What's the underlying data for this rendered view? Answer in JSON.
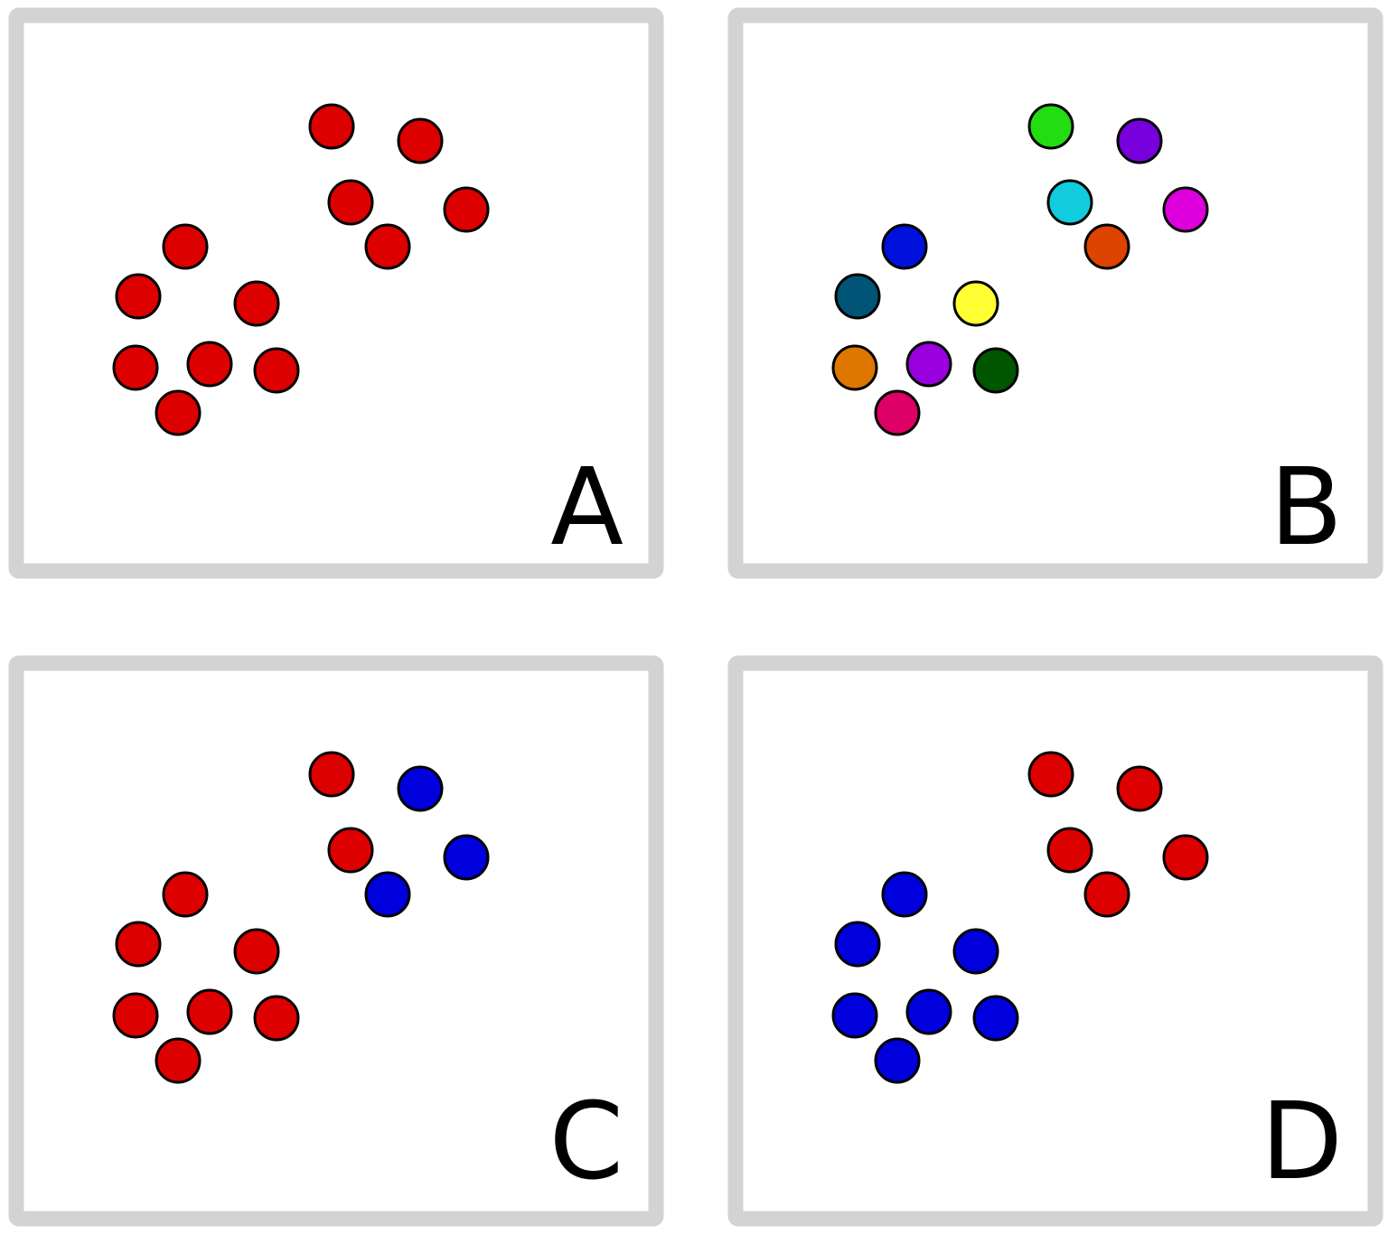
{
  "panel_style": {
    "border_color": "#d3d3d3",
    "background": "#ffffff",
    "dot_stroke": "#000000"
  },
  "panels": [
    {
      "label": "A",
      "dots": [
        "#dd0000",
        "#dd0000",
        "#dd0000",
        "#dd0000",
        "#dd0000",
        "#dd0000",
        "#dd0000",
        "#dd0000",
        "#dd0000",
        "#dd0000",
        "#dd0000",
        "#dd0000",
        "#dd0000"
      ]
    },
    {
      "label": "B",
      "dots": [
        "#22dd11",
        "#7700dd",
        "#11ccdd",
        "#dd00dd",
        "#dd4400",
        "#0011dd",
        "#005577",
        "#ffff33",
        "#dd7700",
        "#9900dd",
        "#005500",
        "#dd0066",
        "#0011dd"
      ]
    },
    {
      "label": "C",
      "dots": [
        "#dd0000",
        "#0000dd",
        "#dd0000",
        "#0000dd",
        "#0000dd",
        "#dd0000",
        "#dd0000",
        "#dd0000",
        "#dd0000",
        "#dd0000",
        "#dd0000",
        "#dd0000",
        "#dd0000"
      ]
    },
    {
      "label": "D",
      "dots": [
        "#dd0000",
        "#dd0000",
        "#dd0000",
        "#dd0000",
        "#dd0000",
        "#0000dd",
        "#0000dd",
        "#0000dd",
        "#0000dd",
        "#0000dd",
        "#0000dd",
        "#0000dd",
        "#0000dd"
      ]
    }
  ]
}
